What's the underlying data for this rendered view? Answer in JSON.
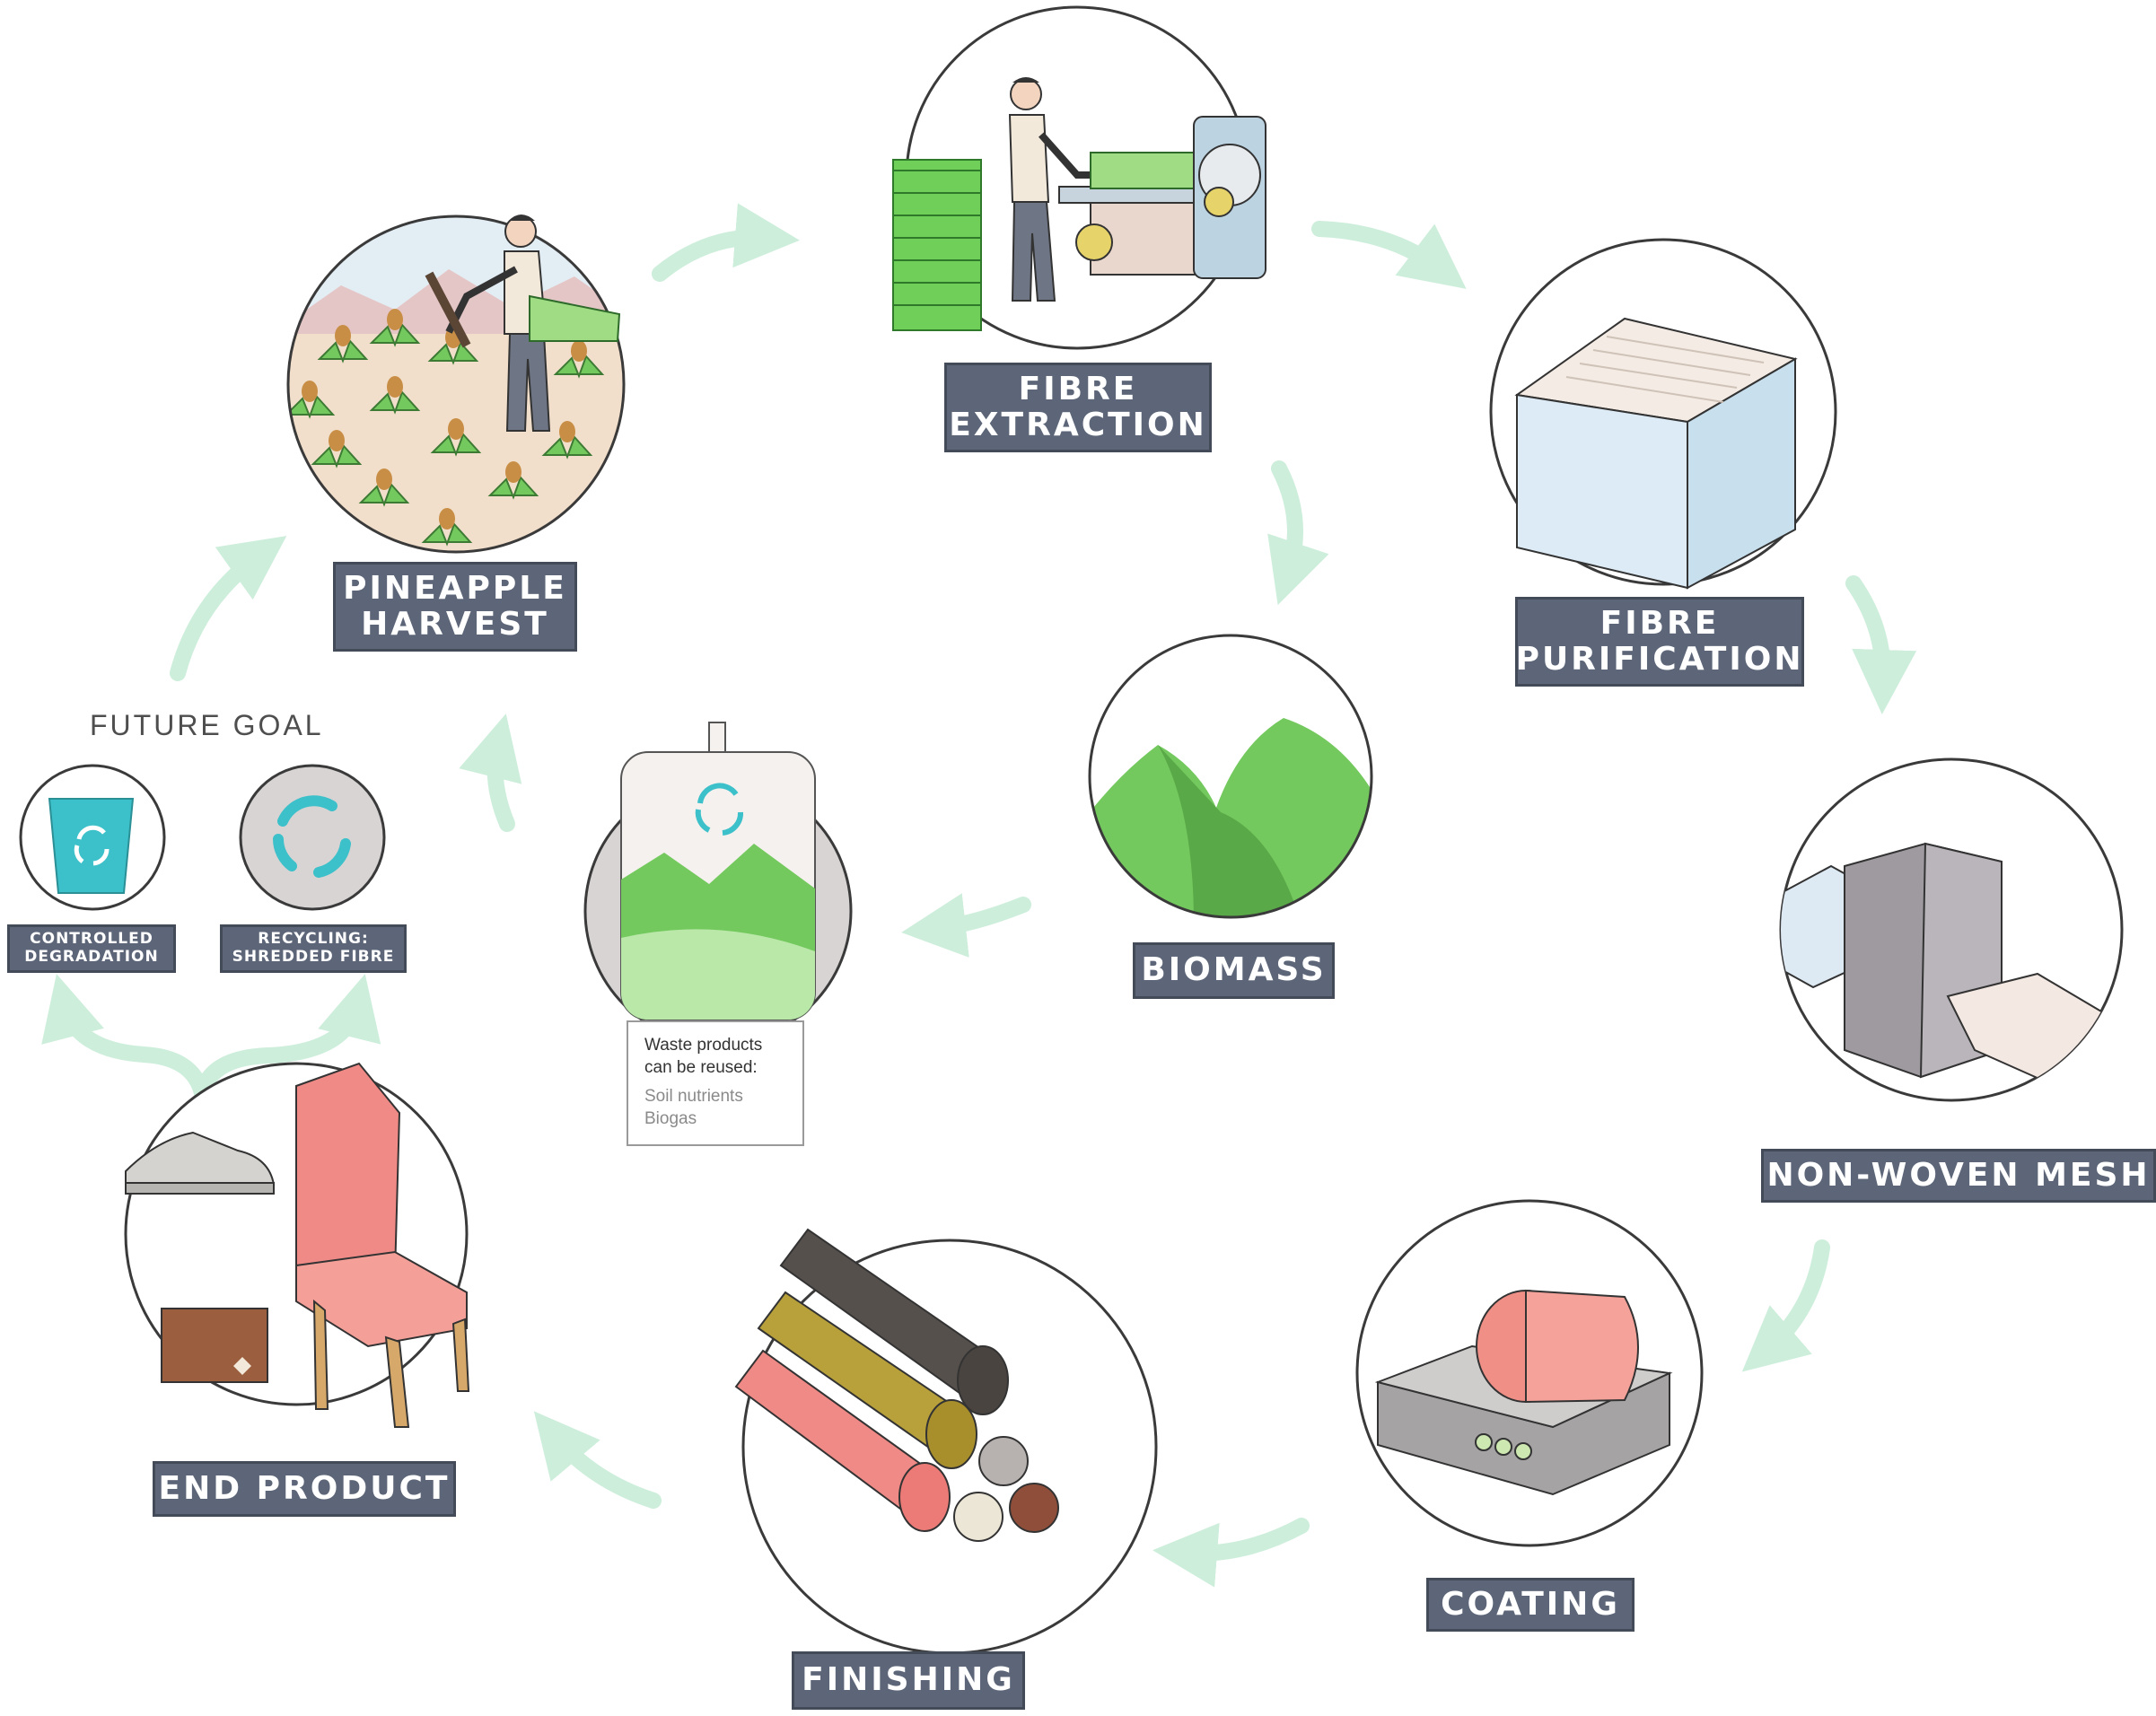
{
  "stages": {
    "pineapple_harvest": {
      "line1": "PINEAPPLE",
      "line2": "HARVEST"
    },
    "fibre_extraction": {
      "line1": "FIBRE",
      "line2": "EXTRACTION"
    },
    "fibre_purification": {
      "line1": "FIBRE",
      "line2": "PURIFICATION"
    },
    "non_woven_mesh": "NON-WOVEN MESH",
    "coating": "COATING",
    "finishing": "FINISHING",
    "end_product": "END PRODUCT",
    "biomass": "BIOMASS"
  },
  "future_goal": {
    "title": "FUTURE GOAL",
    "controlled_degradation": {
      "line1": "CONTROLLED",
      "line2": "DEGRADATION"
    },
    "recycling": {
      "line1": "RECYCLING:",
      "line2": "SHREDDED FIBRE"
    }
  },
  "waste_box": {
    "heading_line1": "Waste products",
    "heading_line2": "can be reused:",
    "item1": "Soil nutrients",
    "item2": "Biogas"
  },
  "colors": {
    "label_bg": "#5c6678",
    "arrow": "#cdeedb",
    "plant_green": "#74c95e",
    "light_green": "#b9e8a9",
    "recycle_teal": "#3cc0c9",
    "chair_pink": "#f08a86"
  }
}
